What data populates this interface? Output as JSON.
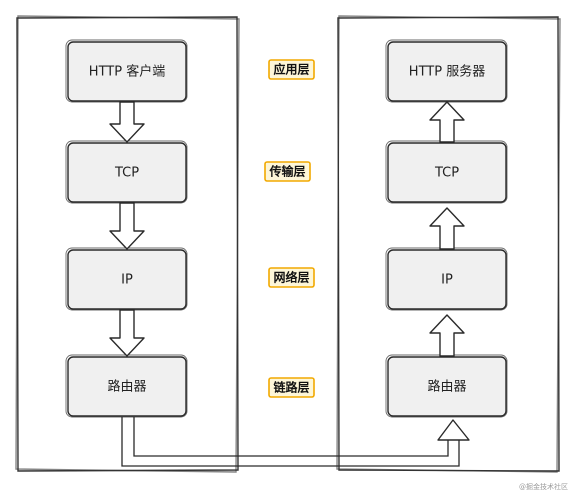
{
  "client_stack": {
    "boxes": [
      "HTTP 客户端",
      "TCP",
      "IP",
      "路由器"
    ]
  },
  "server_stack": {
    "boxes": [
      "HTTP 服务器",
      "TCP",
      "IP",
      "路由器"
    ]
  },
  "layers": [
    "应用层",
    "传输层",
    "网络层",
    "链路层"
  ],
  "watermark": "@掘金技术社区",
  "colors": {
    "box_fill": "#f0f0f0",
    "tag_border": "#f2a900",
    "tag_fill": "#fdf6d8",
    "stroke": "#2a2a2a"
  }
}
